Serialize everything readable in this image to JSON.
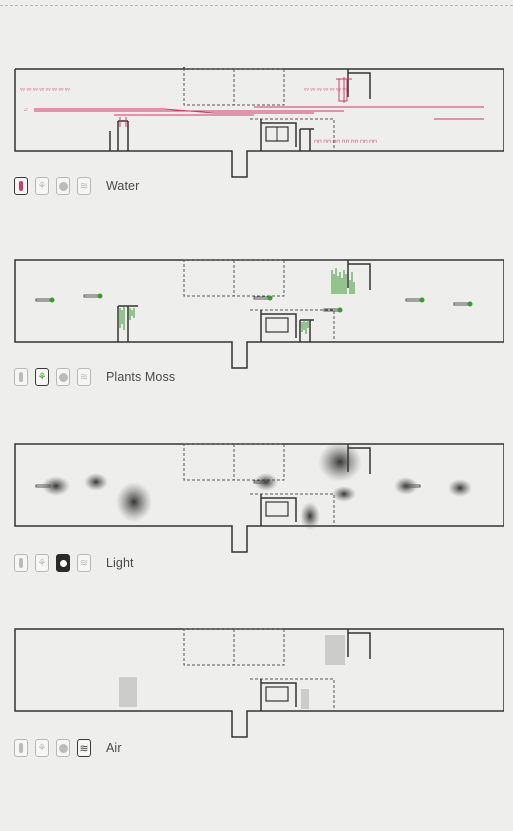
{
  "panels": [
    {
      "id": "water",
      "label": "Water",
      "active_icon": 0,
      "accent": "#d4386e"
    },
    {
      "id": "plants",
      "label": "Plants Moss",
      "active_icon": 1,
      "accent": "#3a9a2e"
    },
    {
      "id": "light",
      "label": "Light",
      "active_icon": 2,
      "accent": "#2a2a2a"
    },
    {
      "id": "air",
      "label": "Air",
      "active_icon": 3,
      "accent": "#9a9a9a"
    }
  ],
  "icons": [
    "water-drop-icon",
    "plant-icon",
    "light-icon",
    "air-icon"
  ],
  "colors": {
    "background": "#eeeeec",
    "outline": "#333333",
    "water": "#d4386e",
    "plants": "#3a9a2e",
    "light": "#2a2a2a",
    "air": "#9a9a9a"
  }
}
